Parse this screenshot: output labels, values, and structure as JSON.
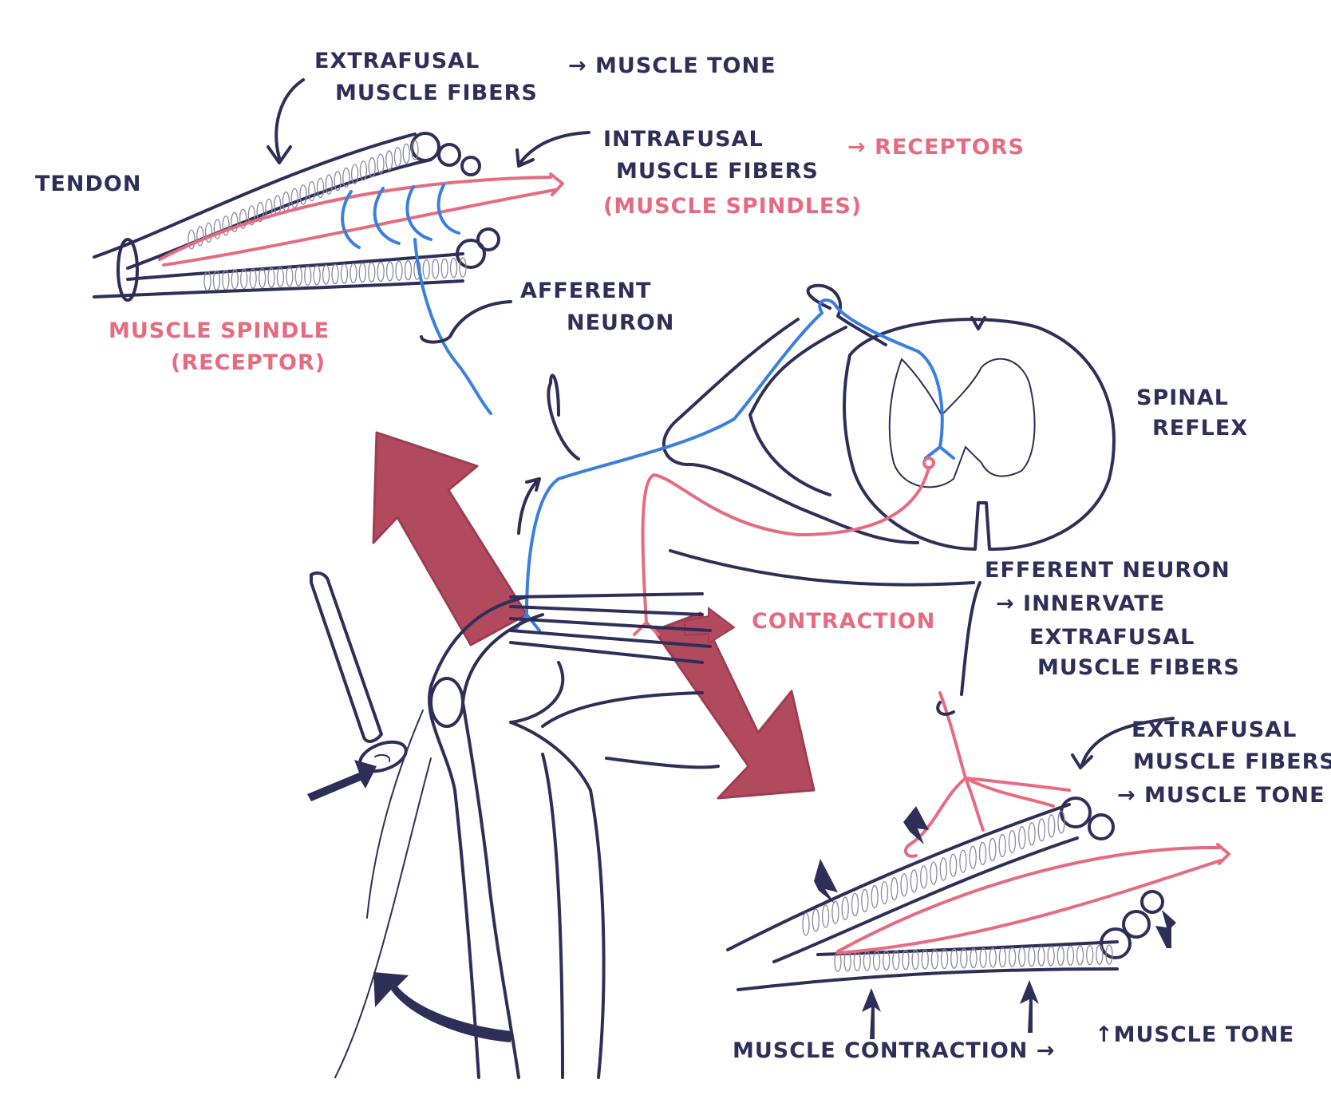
{
  "colors": {
    "ink": "#2e2f58",
    "intrafusal": "#e66b80",
    "afferent": "#3a7fe0",
    "force_arrow": "#b24a5e"
  },
  "labels": {
    "extrafusal_top_1": "EXTRAFUSAL",
    "extrafusal_top_2": "MUSCLE FIBERS",
    "muscle_tone_top": "→ MUSCLE TONE",
    "tendon": "TENDON",
    "intrafusal_1": "INTRAFUSAL",
    "intrafusal_2": "MUSCLE FIBERS",
    "intrafusal_3": "(MUSCLE SPINDLES)",
    "receptors": "→ RECEPTORS",
    "muscle_spindle_1": "MUSCLE SPINDLE",
    "muscle_spindle_2": "(RECEPTOR)",
    "afferent_1": "AFFERENT",
    "afferent_2": "NEURON",
    "spinal_reflex_1": "SPINAL",
    "spinal_reflex_2": "REFLEX",
    "efferent_1": "EFFERENT NEURON",
    "efferent_2": "→ INNERVATE",
    "efferent_3": "EXTRAFUSAL",
    "efferent_4": "MUSCLE FIBERS",
    "contraction": "CONTRACTION",
    "extrafusal_bottom_1": "EXTRAFUSAL",
    "extrafusal_bottom_2": "MUSCLE FIBERS",
    "muscle_tone_bottom": "→ MUSCLE TONE",
    "muscle_contraction": "MUSCLE CONTRACTION →",
    "increased_tone": "↑MUSCLE TONE"
  }
}
